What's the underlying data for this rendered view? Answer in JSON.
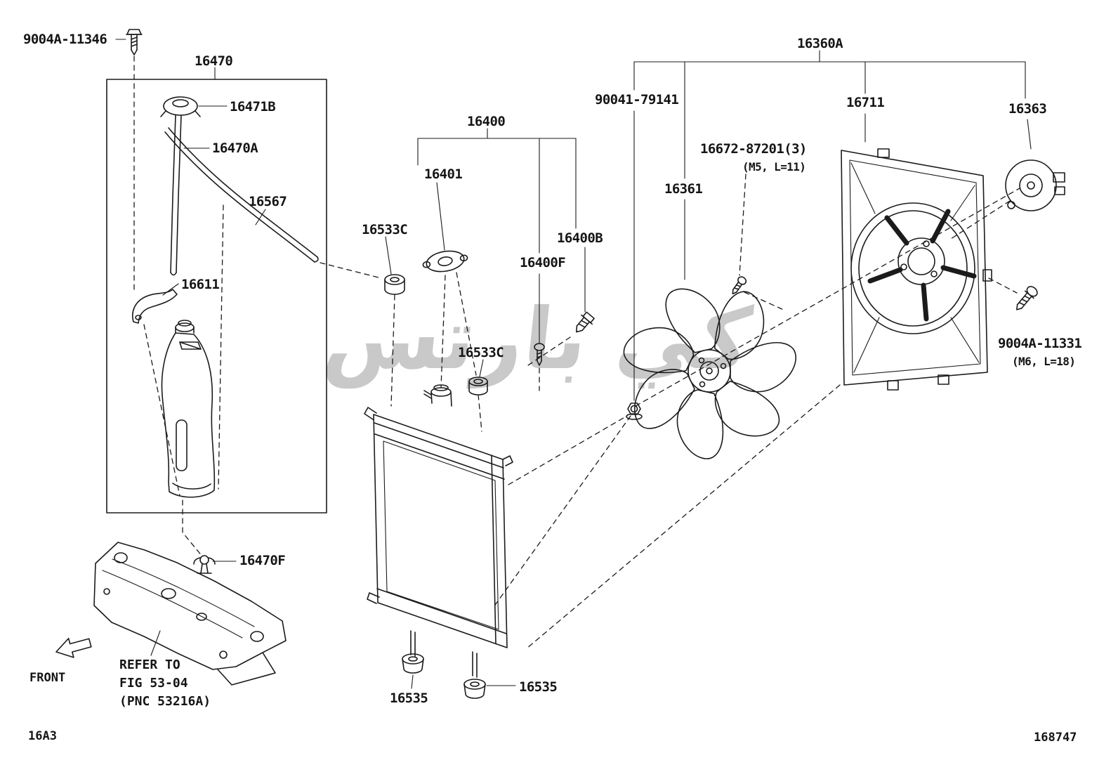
{
  "page": {
    "fig_code": "16A3",
    "sheet_number": "168747",
    "front_label": "FRONT",
    "watermark": "كي بارتس",
    "line_color": "#1b1b1b",
    "background": "#ffffff"
  },
  "labels": {
    "bolt_top_left": "9004A-11346",
    "reserve_tank_group": "16470",
    "reserve_tank_cap": "16471B",
    "reserve_tank_pipe": "16470A",
    "hose": "16567",
    "bracket": "16611",
    "radiator_assy": "16400",
    "radiator_cap": "16401",
    "grommet_upper": "16533C",
    "plug": "16400B",
    "screw_f": "16400F",
    "grommet_lower": "16533C",
    "fan_nut": "90041-79141",
    "fan_assy_group": "16360A",
    "fan_blade": "16361",
    "screw_fan_motor": "16672-87201(3)",
    "screw_fan_motor_spec": "(M5, L=11)",
    "fan_shroud": "16711",
    "fan_motor": "16363",
    "bolt_shroud": "9004A-11331",
    "bolt_shroud_spec": "(M6, L=18)",
    "clip": "16470F",
    "support_left": "16535",
    "support_right": "16535"
  },
  "note": {
    "line1": "REFER TO",
    "line2": "FIG 53-04",
    "line3": "(PNC 53216A)"
  }
}
